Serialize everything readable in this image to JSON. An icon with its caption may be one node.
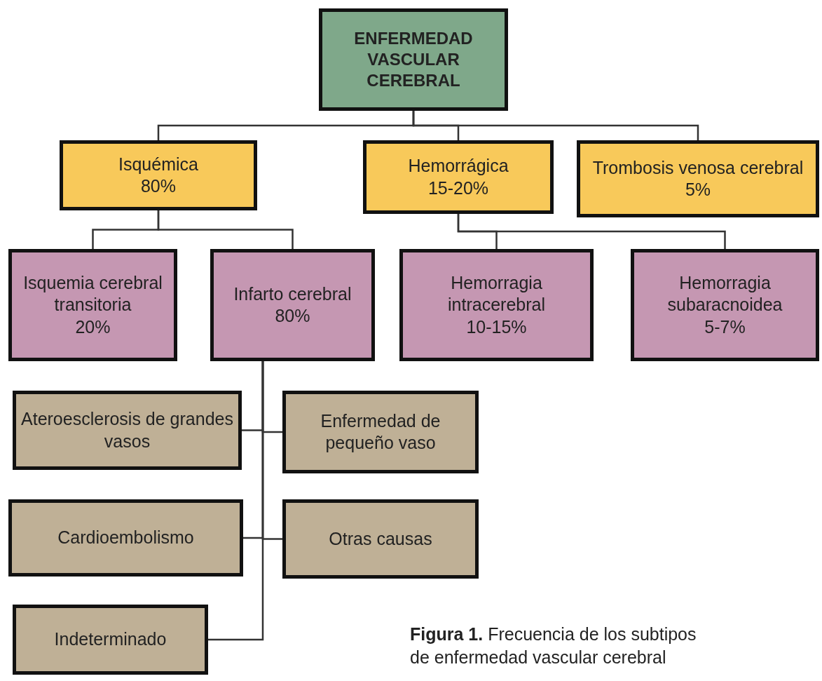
{
  "diagram": {
    "caption": "**Figura 1.** Frecuencia de los subtipos de enfermedad vascular cerebral",
    "nodes": [
      {
        "text": [
          "ENFERMEDAD VASCULAR CEREBRAL"
        ]
      },
      {
        "text": [
          "Isquémica",
          "80%"
        ]
      },
      {
        "text": [
          "Hemorrágica",
          "15-20%"
        ]
      },
      {
        "text": [
          "Trombosis venosa cerebral",
          "5%"
        ]
      },
      {
        "text": [
          "Isquemia cerebral transitoria",
          "20%"
        ]
      },
      {
        "text": [
          "Infarto cerebral",
          "80%"
        ]
      },
      {
        "text": [
          "Hemorragia intracerebral",
          "10-15%"
        ]
      },
      {
        "text": [
          "Hemorragia subaracnoidea",
          "5-7%"
        ]
      },
      {
        "text": [
          "Ateroesclerosis de grandes vasos"
        ]
      },
      {
        "text": [
          "Enfermedad de pequeño vaso"
        ]
      },
      {
        "text": [
          "Cardioembolismo"
        ]
      },
      {
        "text": [
          "Otras causas"
        ]
      },
      {
        "text": [
          "Indeterminado"
        ]
      }
    ],
    "edges": [
      {
        "from": 0,
        "to": 1,
        "arrow": "none"
      },
      {
        "from": 0,
        "to": 2,
        "arrow": "none"
      },
      {
        "from": 0,
        "to": 3,
        "arrow": "none"
      },
      {
        "from": 1,
        "to": 4,
        "arrow": "none"
      },
      {
        "from": 1,
        "to": 5,
        "arrow": "none"
      },
      {
        "from": 2,
        "to": 6,
        "arrow": "none"
      },
      {
        "from": 2,
        "to": 7,
        "arrow": "none"
      },
      {
        "from": 5,
        "to": 8,
        "arrow": "none"
      },
      {
        "from": 5,
        "to": 9,
        "arrow": "none"
      },
      {
        "from": 5,
        "to": 10,
        "arrow": "none"
      },
      {
        "from": 5,
        "to": 11,
        "arrow": "none"
      },
      {
        "from": 5,
        "to": 12,
        "arrow": "none"
      }
    ]
  }
}
